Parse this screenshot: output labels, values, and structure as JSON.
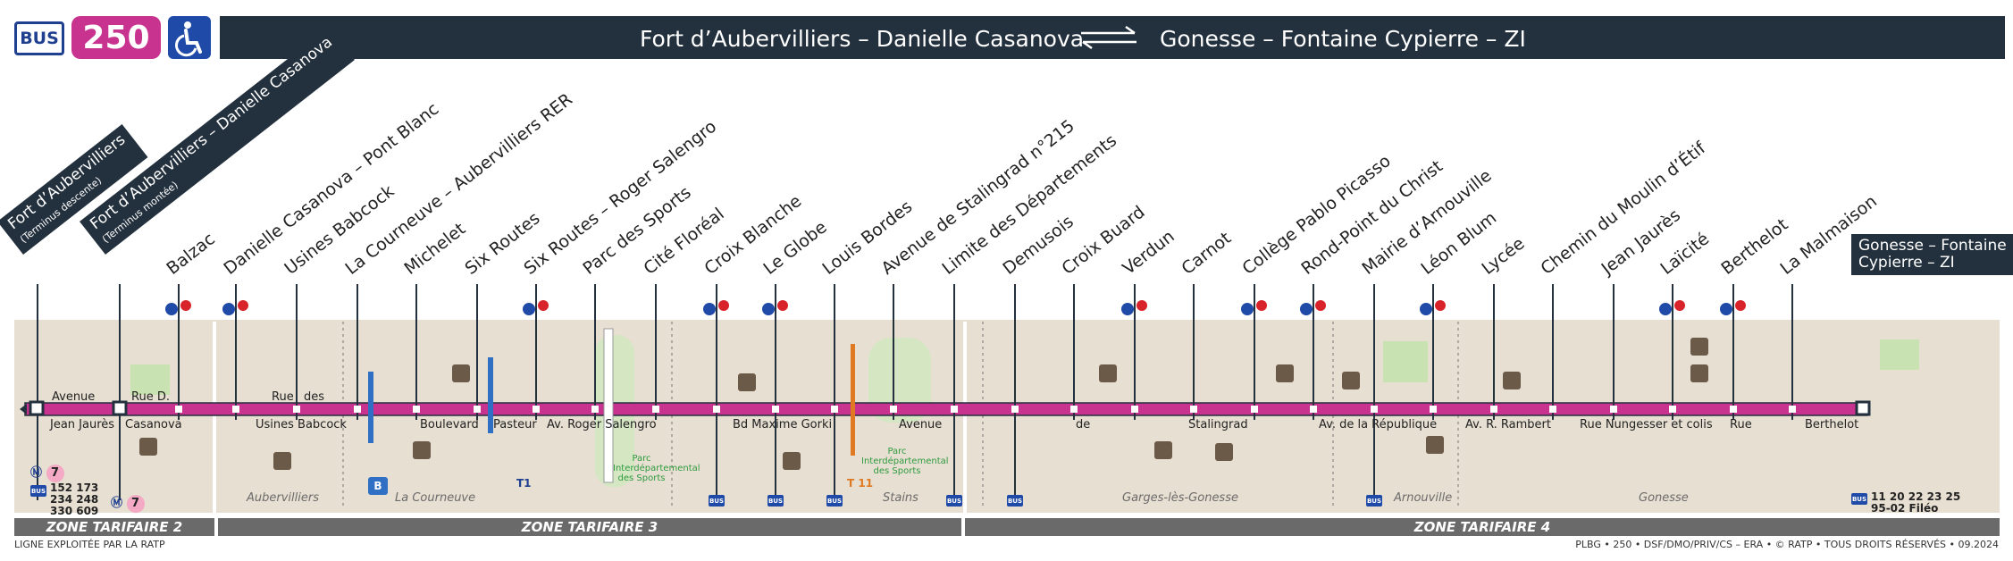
{
  "header": {
    "bus_label": "BUS",
    "line_number": "250",
    "from": "Fort d’Aubervilliers – Danielle Casanova",
    "to": "Gonesse – Fontaine Cypierre – ZI",
    "colors": {
      "line": "#c8338f",
      "dark": "#23303d",
      "blue": "#1f4aa8"
    }
  },
  "terminus": {
    "start1": {
      "name": "Fort d’Aubervilliers",
      "note": "(Terminus descente)"
    },
    "start2": {
      "name": "Fort d’Aubervilliers – Danielle Casanova",
      "note": "(Terminus montée)"
    },
    "end": {
      "line1": "Gonesse – Fontaine",
      "line2": "Cypierre – ZI"
    }
  },
  "stops": [
    "Balzac",
    "Danielle Casanova – Pont Blanc",
    "Usines Babcock",
    "La Courneuve – Aubervilliers RER",
    "Michelet",
    "Six Routes",
    "Six Routes – Roger Salengro",
    "Parc des Sports",
    "Cité Floréal",
    "Croix Blanche",
    "Le Globe",
    "Louis Bordes",
    "Avenue de Stalingrad n°215",
    "Limite des Départements",
    "Demusois",
    "Croix Buard",
    "Verdun",
    "Carnot",
    "Collège Pablo Picasso",
    "Rond-Point du Christ",
    "Mairie d’Arnouville",
    "Léon Blum",
    "Lycée",
    "Chemin du Moulin d’Étif",
    "Jean Jaurès",
    "Laïcité",
    "Berthelot",
    "La Malmaison"
  ],
  "streets": {
    "s1": "Avenue",
    "s2": "Rue D.",
    "s3": "Jean Jaurès",
    "s4": "Casanova",
    "s5": "Rue",
    "s6": "des",
    "s7": "Usines Babcock",
    "s8": "Boulevard",
    "s9": "Pasteur",
    "s10": "Av. Roger Salengro",
    "s11": "Bd Maxime Gorki",
    "s12": "Avenue",
    "s13": "de",
    "s14": "Stalingrad",
    "s15": "Av. de la République",
    "s16": "Av. R. Rambert",
    "s17": "Rue Nungesser et colis",
    "s18": "Rue",
    "s19": "Berthelot"
  },
  "towns": [
    "Aubervilliers",
    "La Courneuve",
    "Stains",
    "Garges-lès-Gonesse",
    "Arnouville",
    "Gonesse"
  ],
  "parks": {
    "p1": "Parc Interdépartemental des Sports",
    "p2": "Parc Interdépartemental des Sports"
  },
  "connections": {
    "metro": "7",
    "bus_start": "152 173",
    "bus_start2": "234 248",
    "bus_start3": "330 609",
    "metro2": "7",
    "tram1": "T1",
    "tram11": "T 11",
    "rer": "B",
    "bus_end": "11 20 22 23 25",
    "bus_end2": "95-02 Filéo",
    "bus_label": "BUS"
  },
  "zones": [
    "ZONE TARIFAIRE 2",
    "ZONE TARIFAIRE 3",
    "ZONE TARIFAIRE 4"
  ],
  "footer": {
    "left": "LIGNE EXPLOITÉE PAR LA RATP",
    "right": "PLBG • 250 • DSF/DMO/PRIV/CS – ERA • © RATP • TOUS DROITS RÉSERVÉS • 09.2024"
  }
}
